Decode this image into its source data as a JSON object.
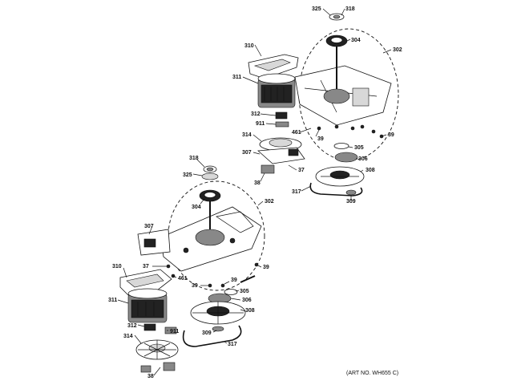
{
  "art_no": "(ART NO. WH655 C)",
  "callouts": {
    "upper": {
      "c325": "325",
      "c318": "318",
      "c304": "304",
      "c302": "302",
      "c310": "310",
      "c311": "311",
      "c312": "312",
      "c911": "911",
      "c461": "461",
      "c39a": "39",
      "c39b": "39",
      "c314": "314",
      "c307": "307",
      "c305": "305",
      "c306": "306",
      "c308": "308",
      "c37": "37",
      "c38": "38",
      "c317": "317",
      "c309": "309"
    },
    "lower": {
      "c318": "318",
      "c325": "325",
      "c304": "304",
      "c302": "302",
      "c307": "307",
      "c37": "37",
      "c39a": "39",
      "c310": "310",
      "c461": "461",
      "c39b": "39",
      "c39c": "39",
      "c305": "305",
      "c311": "311",
      "c306": "306",
      "c308": "308",
      "c312": "312",
      "c911": "911",
      "c309": "309",
      "c314": "314",
      "c317": "317",
      "c38": "38"
    }
  }
}
